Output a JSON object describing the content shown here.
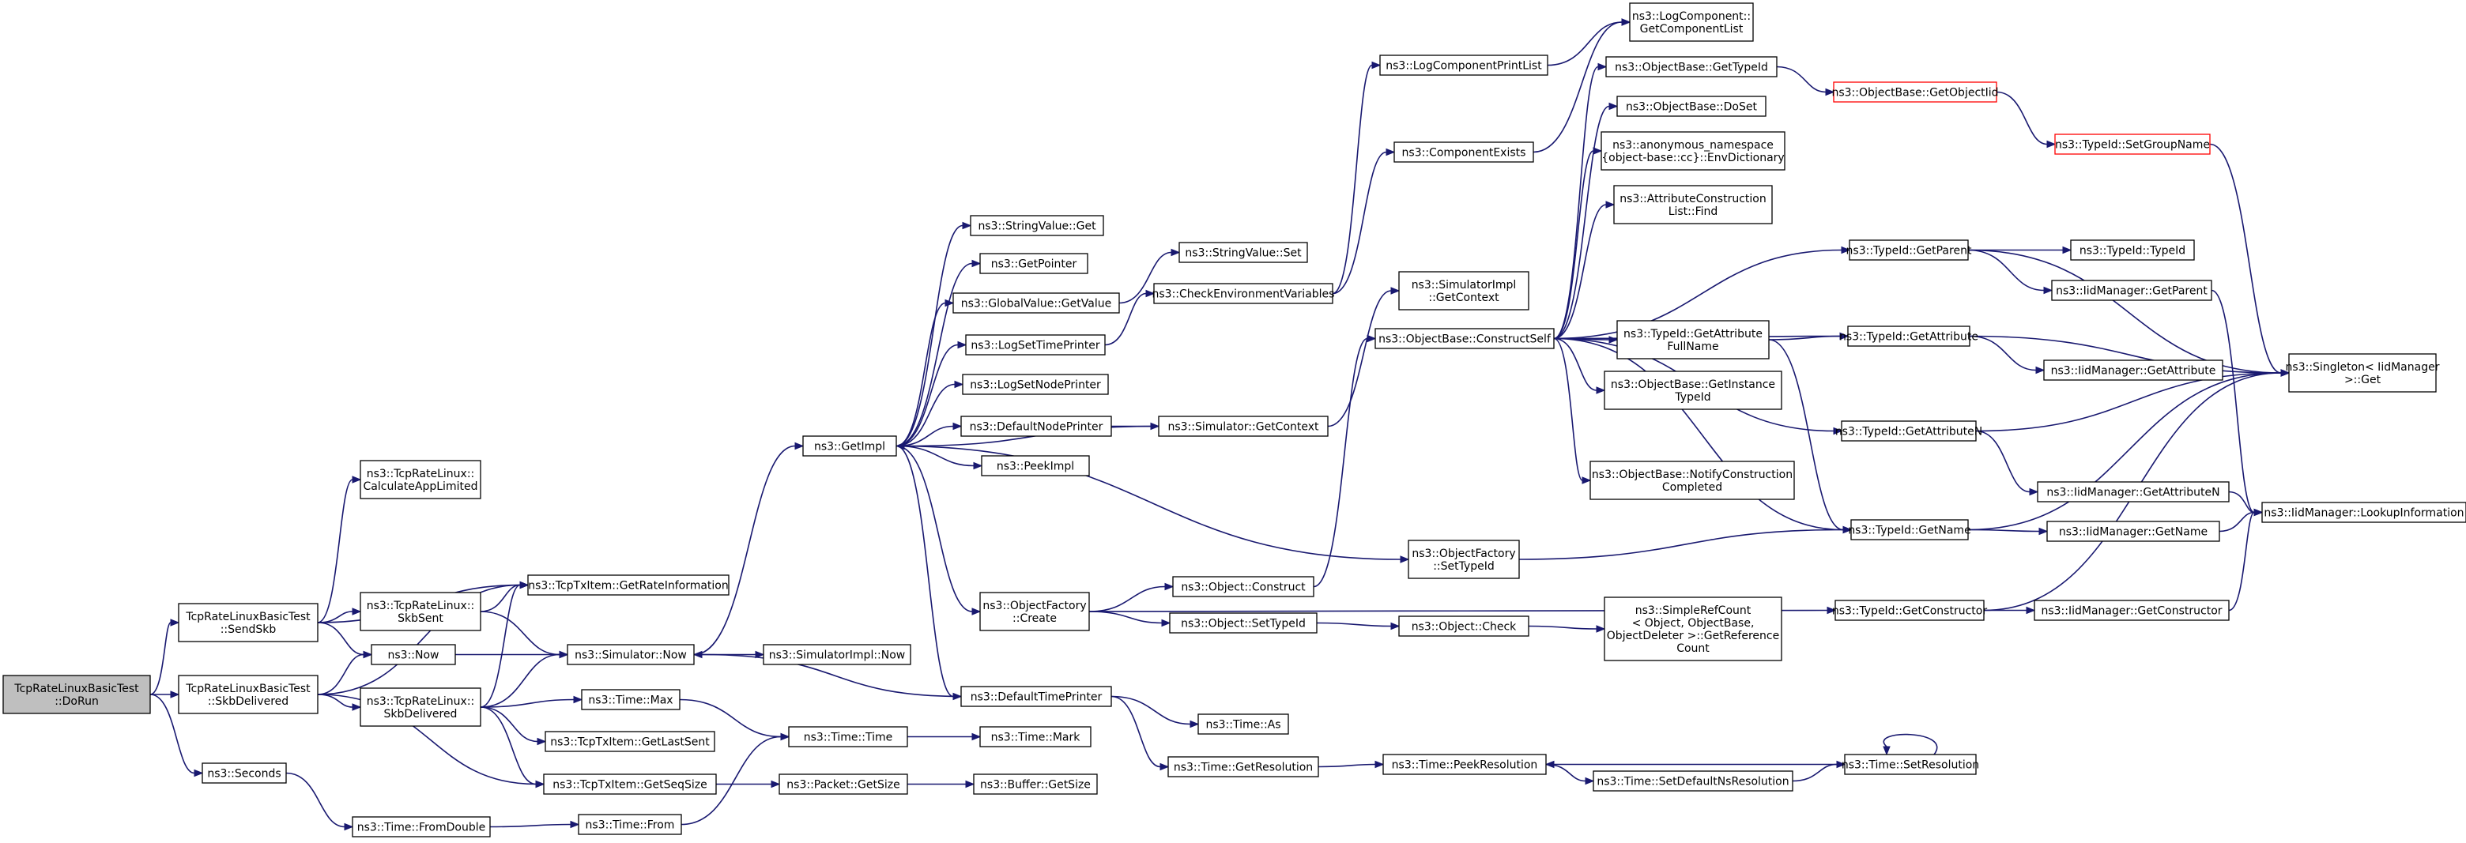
{
  "nodes": [
    {
      "id": "run",
      "lines": [
        "TcpRateLinuxBasicTest",
        "::DoRun"
      ],
      "style": "root"
    },
    {
      "id": "sendskb",
      "lines": [
        "TcpRateLinuxBasicTest",
        "::SendSkb"
      ]
    },
    {
      "id": "skbdel",
      "lines": [
        "TcpRateLinuxBasicTest",
        "::SkbDelivered"
      ]
    },
    {
      "id": "seconds",
      "lines": [
        "ns3::Seconds"
      ]
    },
    {
      "id": "calcapp",
      "lines": [
        "ns3::TcpRateLinux::",
        "CalculateAppLimited"
      ]
    },
    {
      "id": "getrateinfo",
      "lines": [
        "ns3::TcpTxItem::GetRateInformation"
      ]
    },
    {
      "id": "trlskbsent",
      "lines": [
        "ns3::TcpRateLinux::",
        "SkbSent"
      ]
    },
    {
      "id": "now",
      "lines": [
        "ns3::Now"
      ]
    },
    {
      "id": "trlskbdel",
      "lines": [
        "ns3::TcpRateLinux::",
        "SkbDelivered"
      ]
    },
    {
      "id": "getseqsize",
      "lines": [
        "ns3::TcpTxItem::GetSeqSize"
      ]
    },
    {
      "id": "fromdouble",
      "lines": [
        "ns3::Time::FromDouble"
      ]
    },
    {
      "id": "simnow",
      "lines": [
        "ns3::Simulator::Now"
      ]
    },
    {
      "id": "timemax",
      "lines": [
        "ns3::Time::Max"
      ]
    },
    {
      "id": "getlastsent",
      "lines": [
        "ns3::TcpTxItem::GetLastSent"
      ]
    },
    {
      "id": "timefrom",
      "lines": [
        "ns3::Time::From"
      ]
    },
    {
      "id": "getimpl",
      "lines": [
        "ns3::GetImpl"
      ]
    },
    {
      "id": "simimplnow",
      "lines": [
        "ns3::SimulatorImpl::Now"
      ]
    },
    {
      "id": "timetime",
      "lines": [
        "ns3::Time::Time"
      ]
    },
    {
      "id": "pktgetsize",
      "lines": [
        "ns3::Packet::GetSize"
      ]
    },
    {
      "id": "strget",
      "lines": [
        "ns3::StringValue::Get"
      ]
    },
    {
      "id": "getpointer",
      "lines": [
        "ns3::GetPointer"
      ]
    },
    {
      "id": "gvgetvalue",
      "lines": [
        "ns3::GlobalValue::GetValue"
      ]
    },
    {
      "id": "logsettime",
      "lines": [
        "ns3::LogSetTimePrinter"
      ]
    },
    {
      "id": "logsetnode",
      "lines": [
        "ns3::LogSetNodePrinter"
      ]
    },
    {
      "id": "defnodeprinter",
      "lines": [
        "ns3::DefaultNodePrinter"
      ]
    },
    {
      "id": "peekimpl",
      "lines": [
        "ns3::PeekImpl"
      ]
    },
    {
      "id": "ofcreate",
      "lines": [
        "ns3::ObjectFactory",
        "::Create"
      ]
    },
    {
      "id": "deftimeprinter",
      "lines": [
        "ns3::DefaultTimePrinter"
      ]
    },
    {
      "id": "timemark",
      "lines": [
        "ns3::Time::Mark"
      ]
    },
    {
      "id": "bufgetsize",
      "lines": [
        "ns3::Buffer::GetSize"
      ]
    },
    {
      "id": "strset",
      "lines": [
        "ns3::StringValue::Set"
      ]
    },
    {
      "id": "checkenv",
      "lines": [
        "ns3::CheckEnvironmentVariables"
      ]
    },
    {
      "id": "simgetctx",
      "lines": [
        "ns3::Simulator::GetContext"
      ]
    },
    {
      "id": "objconstruct",
      "lines": [
        "ns3::Object::Construct"
      ]
    },
    {
      "id": "objsettypeid",
      "lines": [
        "ns3::Object::SetTypeId"
      ]
    },
    {
      "id": "timeas",
      "lines": [
        "ns3::Time::As"
      ]
    },
    {
      "id": "timegetres",
      "lines": [
        "ns3::Time::GetResolution"
      ]
    },
    {
      "id": "logcompprint",
      "lines": [
        "ns3::LogComponentPrintList"
      ]
    },
    {
      "id": "compexists",
      "lines": [
        "ns3::ComponentExists"
      ]
    },
    {
      "id": "simimplgetctx",
      "lines": [
        "ns3::SimulatorImpl",
        "::GetContext"
      ]
    },
    {
      "id": "constructself",
      "lines": [
        "ns3::ObjectBase::ConstructSelf"
      ]
    },
    {
      "id": "ofsettypeid",
      "lines": [
        "ns3::ObjectFactory",
        "::SetTypeId"
      ]
    },
    {
      "id": "objcheck",
      "lines": [
        "ns3::Object::Check"
      ]
    },
    {
      "id": "timepeekres",
      "lines": [
        "ns3::Time::PeekResolution"
      ]
    },
    {
      "id": "logcompget",
      "lines": [
        "ns3::LogComponent::",
        "GetComponentList"
      ]
    },
    {
      "id": "obgettypeid",
      "lines": [
        "ns3::ObjectBase::GetTypeId"
      ]
    },
    {
      "id": "obdoset",
      "lines": [
        "ns3::ObjectBase::DoSet"
      ]
    },
    {
      "id": "envdict",
      "lines": [
        "ns3::anonymous_namespace",
        "{object-base::cc}::EnvDictionary"
      ]
    },
    {
      "id": "aclfind",
      "lines": [
        "ns3::AttributeConstruction",
        "List::Find"
      ]
    },
    {
      "id": "getattrfull",
      "lines": [
        "ns3::TypeId::GetAttribute",
        "FullName"
      ]
    },
    {
      "id": "obgetinst",
      "lines": [
        "ns3::ObjectBase::GetInstance",
        "TypeId"
      ]
    },
    {
      "id": "obnotify",
      "lines": [
        "ns3::ObjectBase::NotifyConstruction",
        "Completed"
      ]
    },
    {
      "id": "srcget",
      "lines": [
        "ns3::SimpleRefCount",
        "< Object, ObjectBase,",
        "ObjectDeleter >::GetReference",
        "Count"
      ]
    },
    {
      "id": "setdefres",
      "lines": [
        "ns3::Time::SetDefaultNsResolution"
      ]
    },
    {
      "id": "obgetobjtid",
      "lines": [
        "ns3::ObjectBase::GetObjectIid"
      ],
      "style": "red"
    },
    {
      "id": "tidgetparent",
      "lines": [
        "ns3::TypeId::GetParent"
      ]
    },
    {
      "id": "tidgetattr",
      "lines": [
        "ns3::TypeId::GetAttribute"
      ]
    },
    {
      "id": "tidgetattrn",
      "lines": [
        "ns3::TypeId::GetAttributeN"
      ]
    },
    {
      "id": "tidgetname",
      "lines": [
        "ns3::TypeId::GetName"
      ]
    },
    {
      "id": "tidgetctor",
      "lines": [
        "ns3::TypeId::GetConstructor"
      ]
    },
    {
      "id": "timesetres",
      "lines": [
        "ns3::Time::SetResolution"
      ]
    },
    {
      "id": "tidsetgroup",
      "lines": [
        "ns3::TypeId::SetGroupName"
      ],
      "style": "red"
    },
    {
      "id": "tidtid",
      "lines": [
        "ns3::TypeId::TypeId"
      ]
    },
    {
      "id": "iidgetparent",
      "lines": [
        "ns3::IidManager::GetParent"
      ]
    },
    {
      "id": "iidgetattr",
      "lines": [
        "ns3::IidManager::GetAttribute"
      ]
    },
    {
      "id": "iidgetattrn",
      "lines": [
        "ns3::IidManager::GetAttributeN"
      ]
    },
    {
      "id": "iidgetname",
      "lines": [
        "ns3::IidManager::GetName"
      ]
    },
    {
      "id": "iidgetctor",
      "lines": [
        "ns3::IidManager::GetConstructor"
      ]
    },
    {
      "id": "singleton",
      "lines": [
        "ns3::Singleton< IidManager",
        ">::Get"
      ]
    },
    {
      "id": "lookupinfo",
      "lines": [
        "ns3::IidManager::LookupInformation"
      ]
    }
  ],
  "edges": [
    [
      "run",
      "sendskb"
    ],
    [
      "run",
      "skbdel"
    ],
    [
      "run",
      "seconds"
    ],
    [
      "sendskb",
      "calcapp"
    ],
    [
      "sendskb",
      "getrateinfo"
    ],
    [
      "sendskb",
      "trlskbsent"
    ],
    [
      "sendskb",
      "now"
    ],
    [
      "skbdel",
      "getrateinfo"
    ],
    [
      "skbdel",
      "now"
    ],
    [
      "skbdel",
      "trlskbdel"
    ],
    [
      "skbdel",
      "getseqsize"
    ],
    [
      "seconds",
      "fromdouble"
    ],
    [
      "trlskbsent",
      "getrateinfo"
    ],
    [
      "trlskbsent",
      "simnow"
    ],
    [
      "now",
      "simnow"
    ],
    [
      "trlskbdel",
      "getrateinfo"
    ],
    [
      "trlskbdel",
      "simnow"
    ],
    [
      "trlskbdel",
      "timemax"
    ],
    [
      "trlskbdel",
      "getlastsent"
    ],
    [
      "trlskbdel",
      "getseqsize"
    ],
    [
      "fromdouble",
      "timefrom"
    ],
    [
      "simnow",
      "getimpl"
    ],
    [
      "simnow",
      "simimplnow"
    ],
    [
      "timemax",
      "timetime"
    ],
    [
      "timefrom",
      "timetime"
    ],
    [
      "getseqsize",
      "pktgetsize"
    ],
    [
      "getimpl",
      "strget"
    ],
    [
      "getimpl",
      "getpointer"
    ],
    [
      "getimpl",
      "gvgetvalue"
    ],
    [
      "getimpl",
      "logsettime"
    ],
    [
      "getimpl",
      "logsetnode"
    ],
    [
      "getimpl",
      "defnodeprinter"
    ],
    [
      "getimpl",
      "peekimpl"
    ],
    [
      "getimpl",
      "ofcreate"
    ],
    [
      "getimpl",
      "deftimeprinter"
    ],
    [
      "getimpl",
      "ofsettypeid"
    ],
    [
      "timetime",
      "timemark"
    ],
    [
      "pktgetsize",
      "bufgetsize"
    ],
    [
      "gvgetvalue",
      "strset"
    ],
    [
      "logsettime",
      "checkenv"
    ],
    [
      "defnodeprinter",
      "simgetctx"
    ],
    [
      "simgetctx",
      "getimpl"
    ],
    [
      "simgetctx",
      "simimplgetctx"
    ],
    [
      "ofcreate",
      "objconstruct"
    ],
    [
      "ofcreate",
      "objsettypeid"
    ],
    [
      "ofcreate",
      "tidgetctor"
    ],
    [
      "deftimeprinter",
      "simnow"
    ],
    [
      "deftimeprinter",
      "timeas"
    ],
    [
      "deftimeprinter",
      "timegetres"
    ],
    [
      "checkenv",
      "logcompprint"
    ],
    [
      "checkenv",
      "compexists"
    ],
    [
      "objconstruct",
      "constructself"
    ],
    [
      "objsettypeid",
      "objcheck"
    ],
    [
      "timegetres",
      "timepeekres"
    ],
    [
      "logcompprint",
      "logcompget"
    ],
    [
      "compexists",
      "logcompget"
    ],
    [
      "constructself",
      "obgettypeid"
    ],
    [
      "constructself",
      "obdoset"
    ],
    [
      "constructself",
      "envdict"
    ],
    [
      "constructself",
      "aclfind"
    ],
    [
      "constructself",
      "tidgetparent"
    ],
    [
      "constructself",
      "getattrfull"
    ],
    [
      "constructself",
      "tidgetattr"
    ],
    [
      "constructself",
      "obgetinst"
    ],
    [
      "constructself",
      "tidgetattrn"
    ],
    [
      "constructself",
      "obnotify"
    ],
    [
      "constructself",
      "tidgetname"
    ],
    [
      "ofsettypeid",
      "tidgetname"
    ],
    [
      "objcheck",
      "srcget"
    ],
    [
      "timepeekres",
      "setdefres"
    ],
    [
      "setdefres",
      "timesetres"
    ],
    [
      "timesetres",
      "timepeekres"
    ],
    [
      "timesetres",
      "timesetres"
    ],
    [
      "obgettypeid",
      "obgetobjtid"
    ],
    [
      "obgetobjtid",
      "tidsetgroup"
    ],
    [
      "tidsetgroup",
      "singleton"
    ],
    [
      "getattrfull",
      "tidgetattr"
    ],
    [
      "getattrfull",
      "tidgetname"
    ],
    [
      "tidgetparent",
      "tidtid"
    ],
    [
      "tidgetparent",
      "iidgetparent"
    ],
    [
      "tidgetparent",
      "singleton"
    ],
    [
      "tidgetattr",
      "iidgetattr"
    ],
    [
      "tidgetattr",
      "singleton"
    ],
    [
      "tidgetattrn",
      "iidgetattrn"
    ],
    [
      "tidgetattrn",
      "singleton"
    ],
    [
      "tidgetname",
      "iidgetname"
    ],
    [
      "tidgetname",
      "singleton"
    ],
    [
      "tidgetctor",
      "iidgetctor"
    ],
    [
      "tidgetctor",
      "singleton"
    ],
    [
      "iidgetparent",
      "lookupinfo"
    ],
    [
      "iidgetattrn",
      "lookupinfo"
    ],
    [
      "iidgetname",
      "lookupinfo"
    ],
    [
      "iidgetctor",
      "lookupinfo"
    ]
  ]
}
